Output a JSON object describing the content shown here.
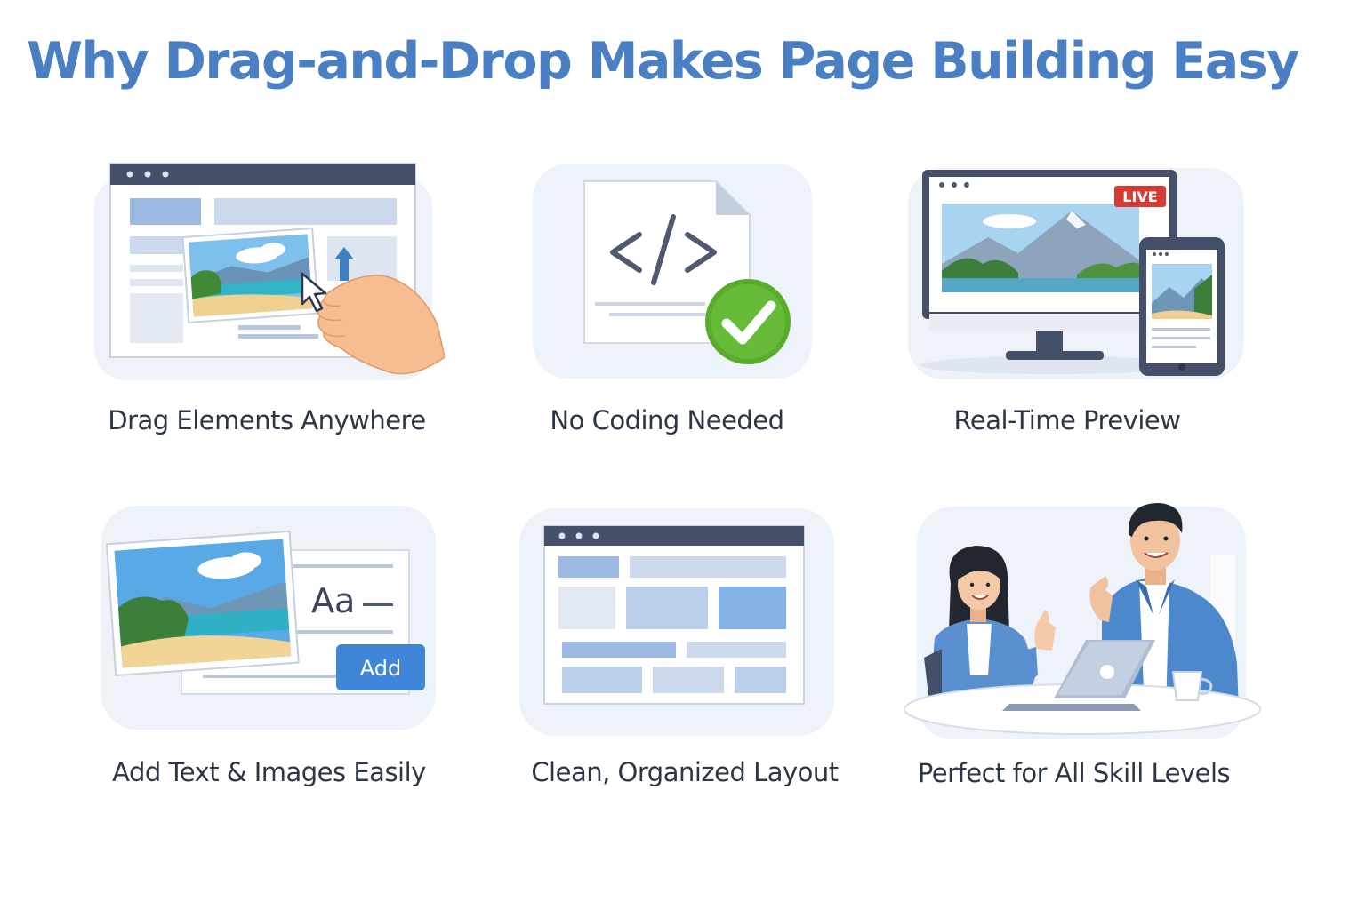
{
  "page": {
    "title": "Why Drag-and-Drop Makes Page Building Easy"
  },
  "features": [
    {
      "label": "Drag Elements Anywhere",
      "icon": "drag-drop-browser-icon"
    },
    {
      "label": "No Coding Needed",
      "icon": "code-document-check-icon"
    },
    {
      "label": "Real-Time Preview",
      "icon": "monitor-tablet-preview-icon",
      "badge": "LIVE"
    },
    {
      "label": "Add Text & Images Easily",
      "icon": "image-text-add-icon",
      "text_sample": "Aa",
      "button": "Add"
    },
    {
      "label": "Clean, Organized Layout",
      "icon": "grid-layout-browser-icon"
    },
    {
      "label": "Perfect for All Skill Levels",
      "icon": "two-people-laptop-icon"
    }
  ],
  "colors": {
    "title": "#4a7fc4",
    "label": "#2c3646",
    "accent_blue": "#3f86d8",
    "check_green": "#5aac2e",
    "live_red": "#d83a35",
    "panel_bg": "#eef2f9"
  }
}
